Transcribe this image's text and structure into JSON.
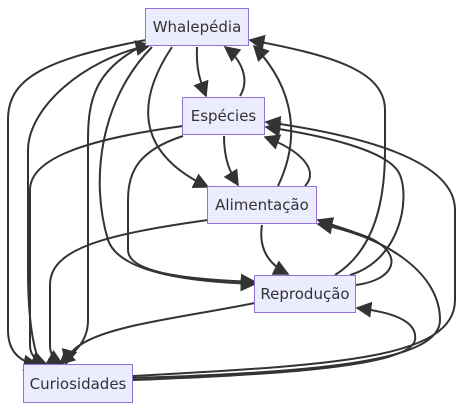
{
  "nodes": {
    "whalepedia": "Whalepédia",
    "especies": "Espécies",
    "alimentacao": "Alimentação",
    "reproducao": "Reprodução",
    "curiosidades": "Curiosidades"
  },
  "edges": [
    {
      "from": "Whalepédia",
      "to": "Espécies"
    },
    {
      "from": "Whalepédia",
      "to": "Alimentação"
    },
    {
      "from": "Whalepédia",
      "to": "Reprodução"
    },
    {
      "from": "Whalepédia",
      "to": "Curiosidades"
    },
    {
      "from": "Espécies",
      "to": "Whalepédia"
    },
    {
      "from": "Espécies",
      "to": "Alimentação"
    },
    {
      "from": "Espécies",
      "to": "Reprodução"
    },
    {
      "from": "Espécies",
      "to": "Curiosidades"
    },
    {
      "from": "Alimentação",
      "to": "Whalepédia"
    },
    {
      "from": "Alimentação",
      "to": "Espécies"
    },
    {
      "from": "Alimentação",
      "to": "Reprodução"
    },
    {
      "from": "Alimentação",
      "to": "Curiosidades"
    },
    {
      "from": "Reprodução",
      "to": "Whalepédia"
    },
    {
      "from": "Reprodução",
      "to": "Espécies"
    },
    {
      "from": "Reprodução",
      "to": "Alimentação"
    },
    {
      "from": "Reprodução",
      "to": "Curiosidades"
    },
    {
      "from": "Curiosidades",
      "to": "Whalepédia"
    },
    {
      "from": "Curiosidades",
      "to": "Espécies"
    },
    {
      "from": "Curiosidades",
      "to": "Alimentação"
    },
    {
      "from": "Curiosidades",
      "to": "Reprodução"
    }
  ],
  "colors": {
    "node_fill": "#ECECFF",
    "node_border": "#9370DB",
    "edge": "#333333",
    "text": "#333333"
  }
}
